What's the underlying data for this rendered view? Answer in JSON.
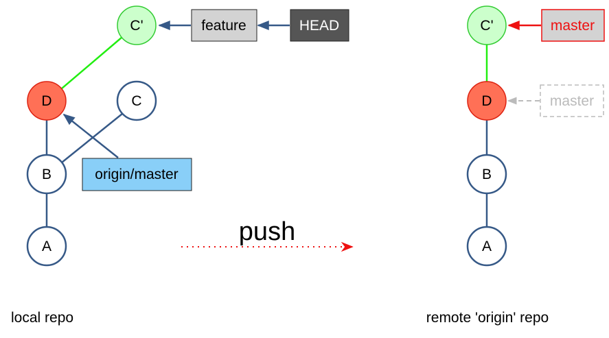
{
  "colors": {
    "commit_stroke": "#365987",
    "commit_fill": "#ffffff",
    "new_commit_fill": "#ccffcc",
    "new_commit_stroke": "#33cc33",
    "d_fill": "#ff7056",
    "d_stroke": "#dd2211",
    "green_edge": "#22ee11",
    "arrow": "#365987",
    "feature_fill": "#d3d3d3",
    "head_fill": "#555555",
    "origin_master_fill": "#89cff8",
    "remote_master_color": "#ee1111",
    "remote_master_fill": "#d3d3d3",
    "old_master_color": "#bbbbbb",
    "push_color": "#ee1111"
  },
  "local": {
    "commits": {
      "c_prime": "C'",
      "d": "D",
      "c": "C",
      "b": "B",
      "a": "A"
    },
    "labels": {
      "feature": "feature",
      "head": "HEAD",
      "origin_master": "origin/master"
    },
    "caption": "local repo"
  },
  "push": {
    "label": "push"
  },
  "remote": {
    "commits": {
      "c_prime": "C'",
      "d": "D",
      "b": "B",
      "a": "A"
    },
    "labels": {
      "master_new": "master",
      "master_old": "master"
    },
    "caption": "remote 'origin' repo"
  }
}
